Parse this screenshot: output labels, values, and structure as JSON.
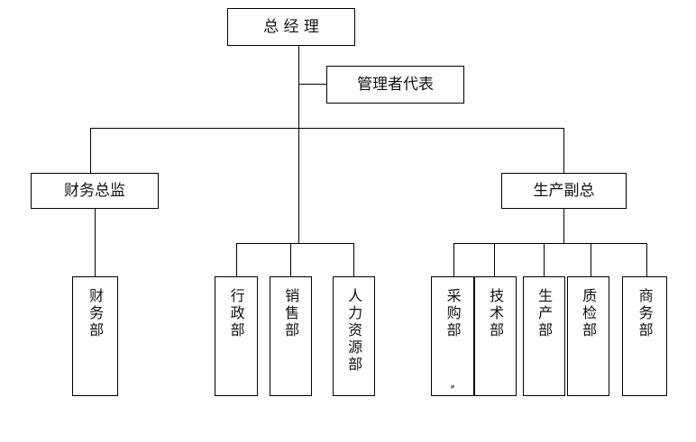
{
  "diagram": {
    "title": "Organization Chart",
    "type": "org-chart",
    "background_color": "#ffffff",
    "line_color": "#000000",
    "box_border_color": "#000000",
    "text_color": "#111111"
  },
  "nodes": {
    "general_manager": {
      "label": "总 经 理",
      "level": "top"
    },
    "management_representative": {
      "label": "管理者代表",
      "level": "staff"
    },
    "finance_director": {
      "label": "财务总监",
      "level": "executive"
    },
    "production_vp": {
      "label": "生产副总",
      "level": "executive"
    },
    "finance_dept": {
      "label": "财务部",
      "level": "department"
    },
    "admin_dept": {
      "label": "行政部",
      "level": "department"
    },
    "sales_dept": {
      "label": "销售部",
      "level": "department"
    },
    "hr_dept": {
      "label": "人力资源部",
      "level": "department"
    },
    "purchasing_dept": {
      "label": "采购部",
      "level": "department"
    },
    "technology_dept": {
      "label": "技术部",
      "level": "department"
    },
    "production_dept": {
      "label": "生产部",
      "level": "department"
    },
    "quality_dept": {
      "label": "质检部",
      "level": "department"
    },
    "business_dept": {
      "label": "商务部",
      "level": "department"
    }
  }
}
